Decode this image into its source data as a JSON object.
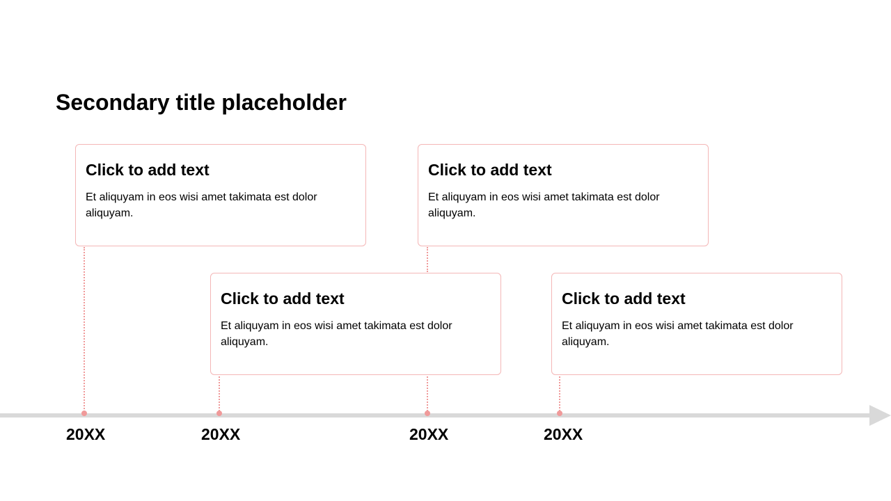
{
  "slide": {
    "title": "Secondary title placeholder"
  },
  "timeline": {
    "events": [
      {
        "year": "20XX",
        "heading": "Click to add text",
        "body": "Et aliquyam in eos wisi amet takimata est dolor aliquyam."
      },
      {
        "year": "20XX",
        "heading": "Click to add text",
        "body": "Et aliquyam in eos wisi amet takimata est dolor aliquyam."
      },
      {
        "year": "20XX",
        "heading": "Click to add text",
        "body": "Et aliquyam in eos wisi amet takimata est dolor aliquyam."
      },
      {
        "year": "20XX",
        "heading": "Click to add text",
        "body": "Et aliquyam in eos wisi amet takimata est dolor aliquyam."
      }
    ]
  },
  "colors": {
    "accent": "#f09a9a",
    "card_border": "#f4b6b6",
    "axis": "#d9d9d9"
  }
}
